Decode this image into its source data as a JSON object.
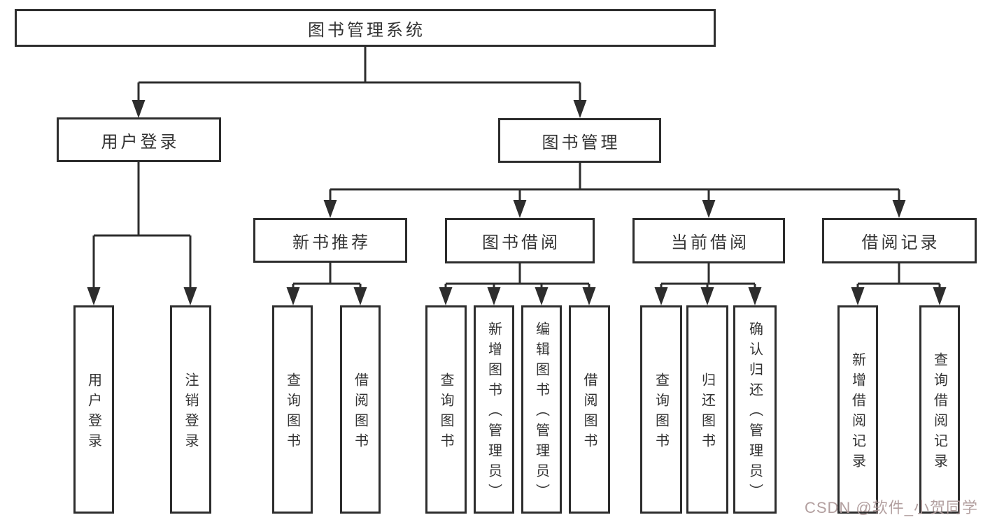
{
  "colors": {
    "line": "#2d2d2d",
    "text": "#333333",
    "background": "#ffffff",
    "watermark": "#ad9898"
  },
  "watermark": {
    "text": "CSDN @软件_小贺同学"
  },
  "tree": {
    "root": "图书管理系统",
    "branches": [
      {
        "label": "用户登录",
        "children": [
          "用户登录",
          "注销登录"
        ]
      },
      {
        "label": "图书管理",
        "groups": [
          {
            "label": "新书推荐",
            "children": [
              "查询图书",
              "借阅图书"
            ]
          },
          {
            "label": "图书借阅",
            "children": [
              "查询图书",
              "新增图书（管理员）",
              "编辑图书（管理员）",
              "借阅图书"
            ]
          },
          {
            "label": "当前借阅",
            "children": [
              "查询图书",
              "归还图书",
              "确认归还（管理员）"
            ]
          },
          {
            "label": "借阅记录",
            "children": [
              "新增借阅记录",
              "查询借阅记录"
            ]
          }
        ]
      }
    ]
  }
}
